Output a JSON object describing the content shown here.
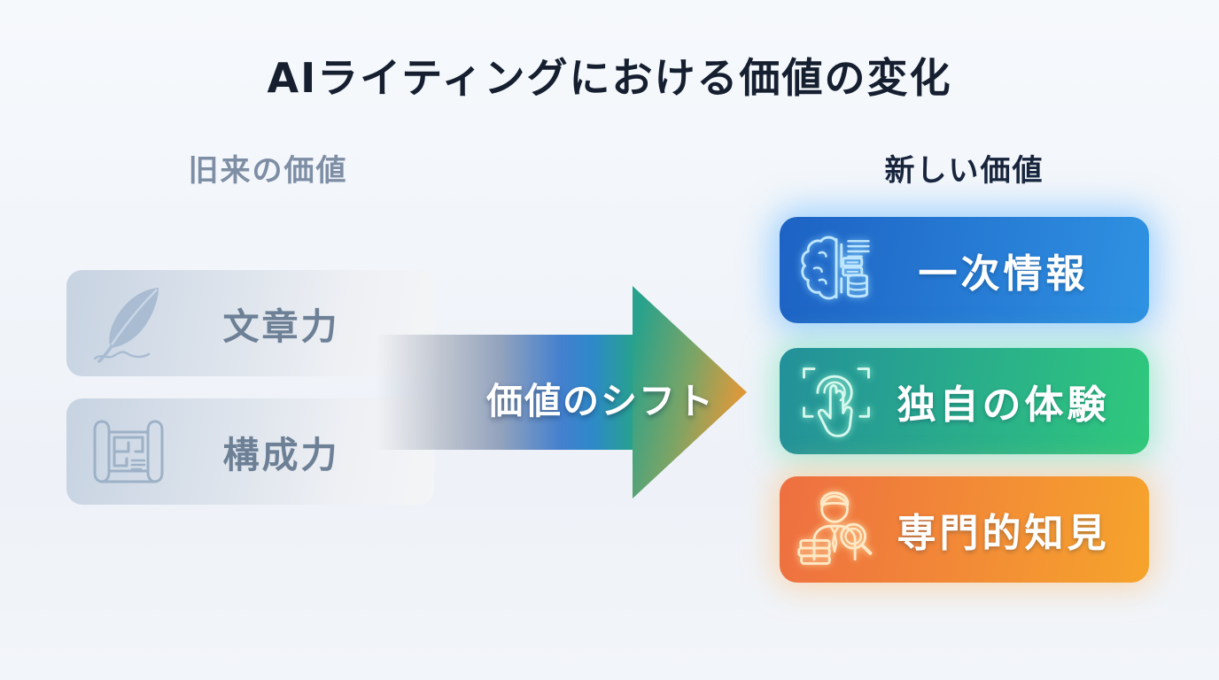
{
  "title": "AIライティングにおける価値の変化",
  "left_column": {
    "header": "旧来の価値",
    "items": [
      {
        "label": "文章力",
        "icon": "quill-icon"
      },
      {
        "label": "構成力",
        "icon": "blueprint-icon"
      }
    ]
  },
  "arrow": {
    "label": "価値のシフト",
    "gradient": [
      "#b8becA",
      "#4380cf",
      "#27a28d",
      "#ef9733"
    ]
  },
  "right_column": {
    "header": "新しい価値",
    "items": [
      {
        "label": "一次情報",
        "icon": "brain-database-icon",
        "gradient_start": "#1d62c4",
        "gradient_end": "#2f92e2"
      },
      {
        "label": "独自の体験",
        "icon": "touch-interaction-icon",
        "gradient_start": "#23909a",
        "gradient_end": "#2fc97c"
      },
      {
        "label": "専門的知見",
        "icon": "expert-magnifier-icon",
        "gradient_start": "#ee6f41",
        "gradient_end": "#f6a42c"
      }
    ]
  },
  "colors": {
    "background": "#eef2f8",
    "title_text": "#151f30",
    "old_header_text": "#7e8ea5",
    "new_header_text": "#17243c",
    "old_card_bg_start": "#c7d3e2",
    "old_card_bg_end": "#f4f5f7",
    "old_card_text": "#6d8096",
    "arrow_label_text": "#ffffff",
    "new_card_text": "#ffffff"
  }
}
